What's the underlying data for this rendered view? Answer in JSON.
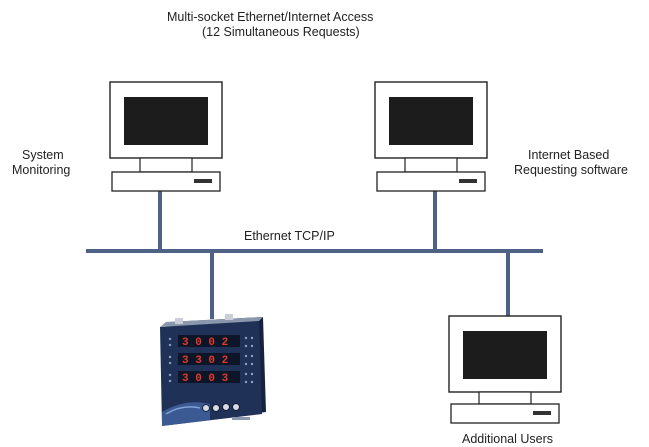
{
  "title": {
    "line1": "Multi-socket Ethernet/Internet Access",
    "line2": "(12 Simultaneous Requests)"
  },
  "labels": {
    "system_monitoring": [
      "System",
      "Monitoring"
    ],
    "internet_software": [
      "Internet Based",
      "Requesting software"
    ],
    "network": "Ethernet TCP/IP",
    "additional_users": "Additional Users"
  },
  "meter": {
    "readings": [
      "3 0 0 2",
      "3 3 0 2",
      "3 0 0 3"
    ]
  },
  "colors": {
    "network_line": "#4d6285",
    "screen": "#1c1c1c",
    "meter_body": "#1f3156",
    "meter_digits": "#e23a2a"
  }
}
